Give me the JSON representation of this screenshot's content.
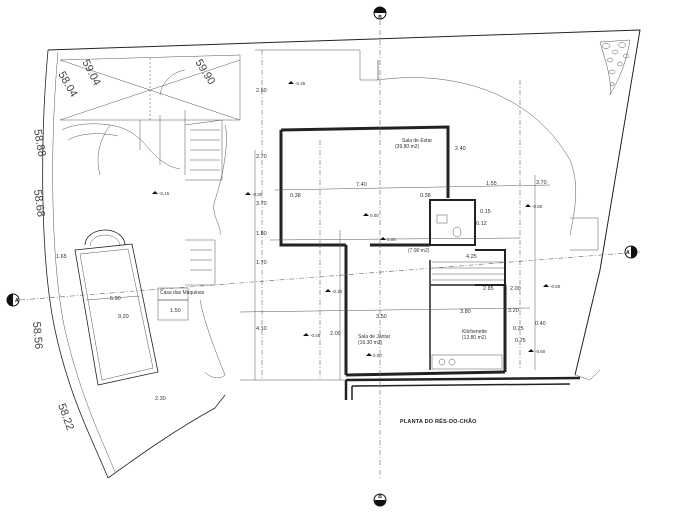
{
  "caption": "PLANTA DO RÉS-DO-CHÃO",
  "axis_marks": [
    "B",
    "B",
    "A",
    "A"
  ],
  "contours": [
    "58.04",
    "59.04",
    "59.90",
    "58.88",
    "58.68",
    "58.56",
    "58.22"
  ],
  "rooms": {
    "living": {
      "name": "Sala de Estar",
      "area": "(39.80 m2)"
    },
    "dining": {
      "name": "Sala de Jantar",
      "area": "(16.30 m2)"
    },
    "kitchen": {
      "name": "Kitchenette",
      "area": "(12.80 m2)"
    },
    "hall": {
      "area": "(7.90 m2)"
    },
    "pool_house": {
      "name": "Casa das Máquinas"
    }
  },
  "dimensions": {
    "d_740": "7.40",
    "d_038a": "0.38",
    "d_038b": "0.38",
    "d_155": "1.55",
    "d_370a": "3.70",
    "d_250": "2.50",
    "d_270": "2.70",
    "d_370b": "3.70",
    "d_350": "3.50",
    "d_380": "3.80",
    "d_240": "2.40",
    "d_200a": "2.00",
    "d_200b": "2.00",
    "d_410": "4.10",
    "d_170": "1.70",
    "d_165": "1.65",
    "d_590": "5.90",
    "d_920": "9.20",
    "d_150": "1.50",
    "d_230": "2.30",
    "d_425": "4.25",
    "d_015": "0.15",
    "d_285": "2.85",
    "d_320": "3.20",
    "d_040": "0.40",
    "d_075": "0.75",
    "d_025": "0.25",
    "d_180": "1.80",
    "d_012": "0.12"
  },
  "elevations": {
    "e_living": "0.00",
    "e_dining": "0.00",
    "e_hall": "0.00",
    "e_yard": "-0.45",
    "e_pool": "-0.15",
    "e_terrace_a": "-0.30",
    "e_terrace_b": "-0.30",
    "e_right_a": "-0.50",
    "e_right_b": "-0.50",
    "e_right_c": "-0.60",
    "e_bottom": "-0.45"
  }
}
